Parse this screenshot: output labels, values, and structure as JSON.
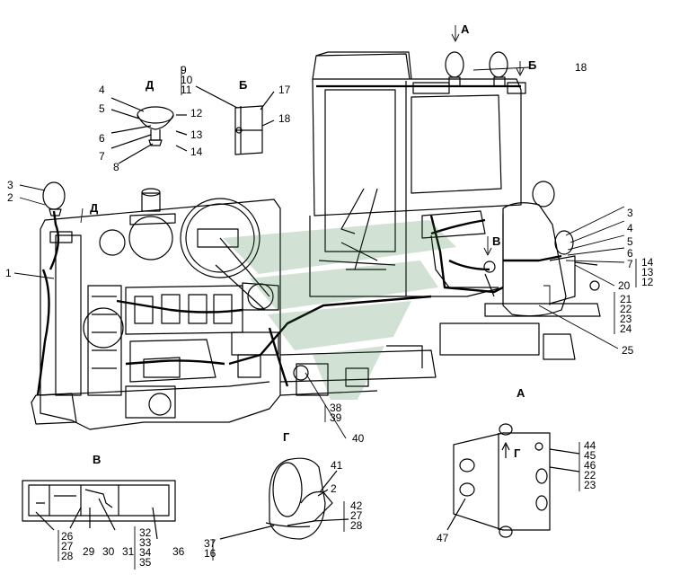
{
  "views": {
    "A_top": "А",
    "B_top": "Б",
    "B_inset": "Б",
    "D_inset": "Д",
    "D_side": "Д",
    "V_inset": "В",
    "V_arrow": "В",
    "G_inset": "Г",
    "A_inset": "А",
    "G_arrow": "Г"
  },
  "labels": {
    "l1": "1",
    "l2": "2",
    "l3": "3",
    "l4": "4",
    "l5": "5",
    "l6": "6",
    "l7": "7",
    "l8": "8",
    "l12": "12",
    "l13": "13",
    "l14": "14",
    "l17": "17",
    "l18_inset": "18",
    "l18_top": "18",
    "r3": "3",
    "r4": "4",
    "r5": "5",
    "r6": "6",
    "r7": "7",
    "r20": "20",
    "r25": "25",
    "l40": "40",
    "l41": "41",
    "l2_g": "2",
    "l47": "47",
    "l29": "29",
    "l30": "30",
    "l31": "31",
    "l36": "36"
  },
  "stacks": {
    "s9_11": [
      "9",
      "10",
      "11"
    ],
    "s14_12": [
      "14",
      "13",
      "12"
    ],
    "s21_24": [
      "21",
      "22",
      "23",
      "24"
    ],
    "s38_39": [
      "38",
      "39"
    ],
    "s44_23": [
      "44",
      "45",
      "46",
      "22",
      "23"
    ],
    "s42_28": [
      "42",
      "27",
      "28"
    ],
    "s37_16": [
      "37",
      "16"
    ],
    "s26_28": [
      "26",
      "27",
      "28"
    ],
    "s32_35": [
      "32",
      "33",
      "34",
      "35"
    ]
  },
  "colors": {
    "line": "#000000",
    "watermark": "#2f7a3a"
  }
}
